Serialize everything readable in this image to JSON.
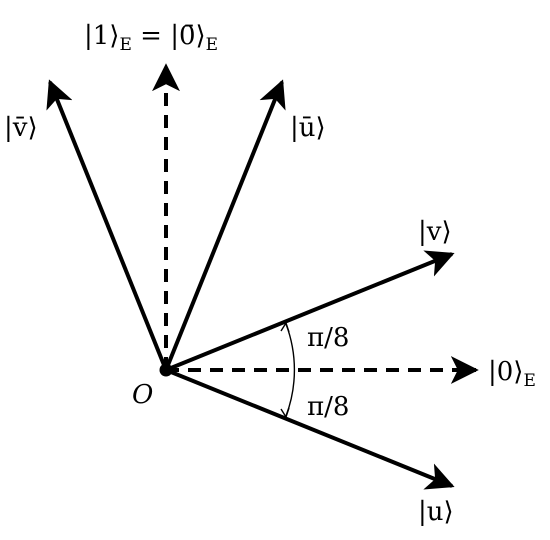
{
  "diagram": {
    "origin_label": "O",
    "angle_upper_label": "π/8",
    "angle_lower_label": "π/8",
    "vectors": {
      "one_E": {
        "ket": "|1⟩",
        "sub": "E",
        "equals": " = ",
        "ket2": "|0̄⟩",
        "sub2": "E"
      },
      "v_bar": {
        "ket": "|v̄⟩"
      },
      "u_bar": {
        "ket": "|ū⟩"
      },
      "v": {
        "ket": "|v⟩"
      },
      "zero_E": {
        "ket": "|0⟩",
        "sub": "E"
      },
      "u": {
        "ket": "|u⟩"
      }
    },
    "colors": {
      "ink": "#000000",
      "background": "#ffffff"
    }
  }
}
